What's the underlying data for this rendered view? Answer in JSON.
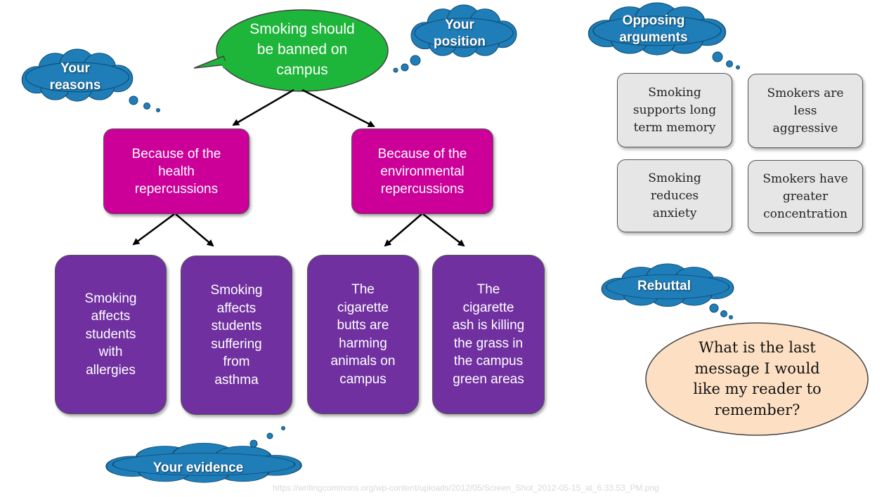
{
  "position": {
    "label": "Your\nposition",
    "claim": "Smoking should\nbe banned on\ncampus"
  },
  "reasons": {
    "label": "Your\nreasons",
    "items": [
      "Because of the\nhealth\nrepercussions",
      "Because of the\nenvironmental\nrepercussions"
    ]
  },
  "evidence": {
    "label": "Your evidence",
    "items": [
      "Smoking\naffects\nstudents\nwith\nallergies",
      "Smoking\naffects\nstudents\nsuffering\nfrom\nasthma",
      "The\ncigarette\nbutts are\nharming\nanimals on\ncampus",
      "The\ncigarette\nash is killing\nthe grass in\nthe campus\ngreen areas"
    ]
  },
  "opposing": {
    "label": "Opposing\narguments",
    "items": [
      "Smoking\nsupports long\nterm memory",
      "Smokers are\nless\naggressive",
      "Smoking\nreduces\nanxiety",
      "Smokers have\ngreater\nconcentration"
    ]
  },
  "rebuttal": {
    "label": "Rebuttal",
    "question": "What is the last\nmessage I would\nlike my reader to\nremember?"
  },
  "source_url": "https://writingcommons.org/wp-content/uploads/2012/05/Screen_Shot_2012-05-15_at_6.33.53_PM.png",
  "colors": {
    "claim_green": "#1db53a",
    "reason_magenta": "#cc0099",
    "evidence_purple": "#7030a0",
    "cloud_blue": "#1f7db8",
    "opposing_gray": "#e6e6e6",
    "rebuttal_peach": "#fde0c4"
  }
}
